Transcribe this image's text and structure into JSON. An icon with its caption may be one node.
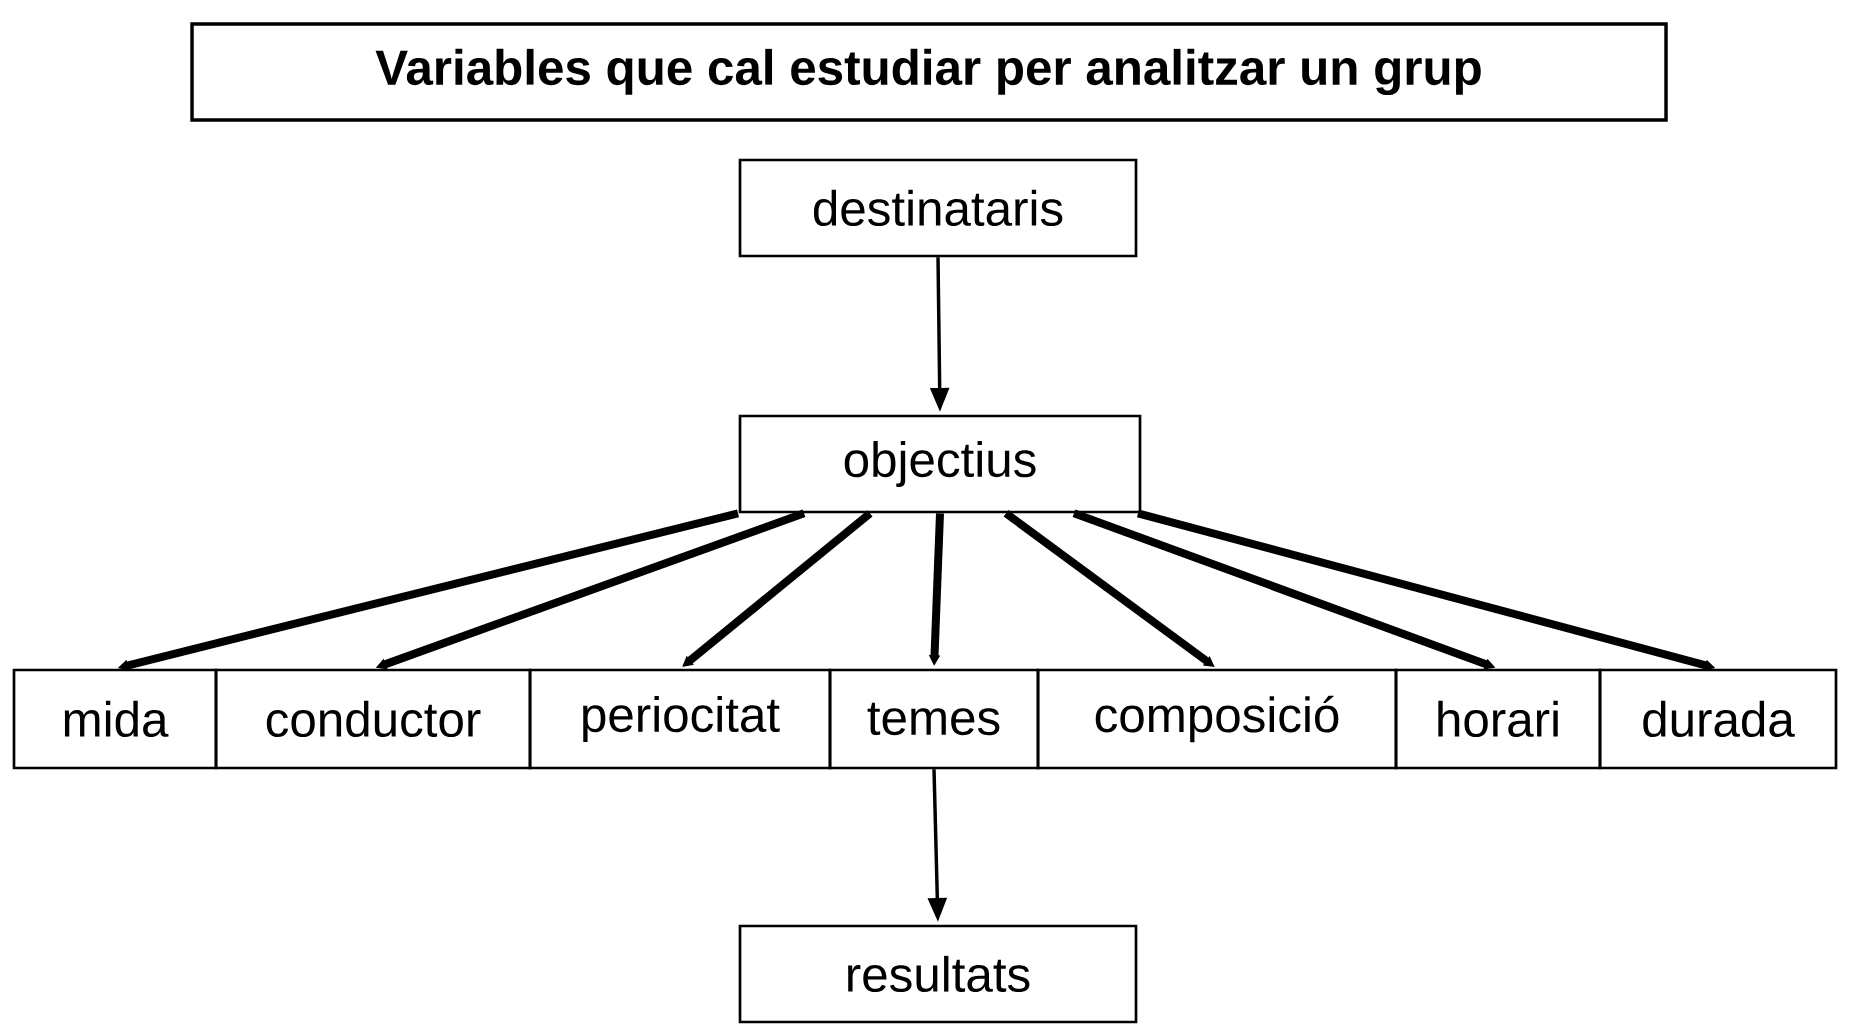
{
  "diagram": {
    "nodes": [
      {
        "text": [
          "Variables que cal estudiar per analitzar un grup"
        ]
      },
      {
        "text": [
          "destinataris"
        ]
      },
      {
        "text": [
          "objectius"
        ]
      },
      {
        "text": [
          "mida"
        ]
      },
      {
        "text": [
          "conductor"
        ]
      },
      {
        "text": [
          "periocitat"
        ]
      },
      {
        "text": [
          "temes"
        ]
      },
      {
        "text": [
          "composició"
        ]
      },
      {
        "text": [
          "horari"
        ]
      },
      {
        "text": [
          "durada"
        ]
      },
      {
        "text": [
          "resultats"
        ]
      }
    ],
    "edges": [
      {
        "from": 1,
        "to": 2,
        "arrow": "to"
      },
      {
        "from": 2,
        "to": 3,
        "arrow": "to"
      },
      {
        "from": 2,
        "to": 4,
        "arrow": "to"
      },
      {
        "from": 2,
        "to": 5,
        "arrow": "to"
      },
      {
        "from": 2,
        "to": 6,
        "arrow": "to"
      },
      {
        "from": 2,
        "to": 7,
        "arrow": "to"
      },
      {
        "from": 2,
        "to": 8,
        "arrow": "to"
      },
      {
        "from": 2,
        "to": 9,
        "arrow": "to"
      },
      {
        "from": 6,
        "to": 10,
        "arrow": "to"
      }
    ]
  }
}
